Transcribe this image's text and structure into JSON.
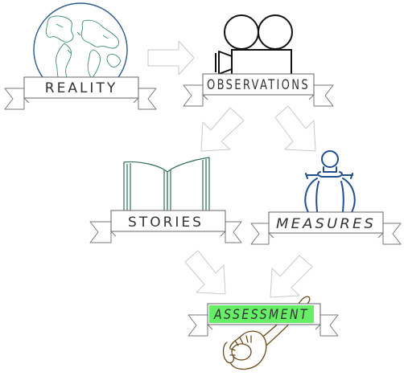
{
  "stages": {
    "reality": {
      "label": "REALITY",
      "icon": "globe-icon"
    },
    "observations": {
      "label": "OBSERVATIONS",
      "icon": "film-camera-icon"
    },
    "stories": {
      "label": "STORIES",
      "icon": "open-book-icon"
    },
    "measures": {
      "label": "MEASURES",
      "icon": "flask-icon"
    },
    "assessment": {
      "label": "ASSESSMENT",
      "icon": "paintbrush-icon",
      "highlight": "#66ee66"
    }
  },
  "colors": {
    "globe_stroke": "#2a5b8c",
    "globe_land": "#3c8a6a",
    "book_stroke": "#2e6e5a",
    "flask_stroke": "#1f4f8f",
    "brush_stroke": "#6a4a1a",
    "arrow_stroke": "#c9c9c9"
  }
}
